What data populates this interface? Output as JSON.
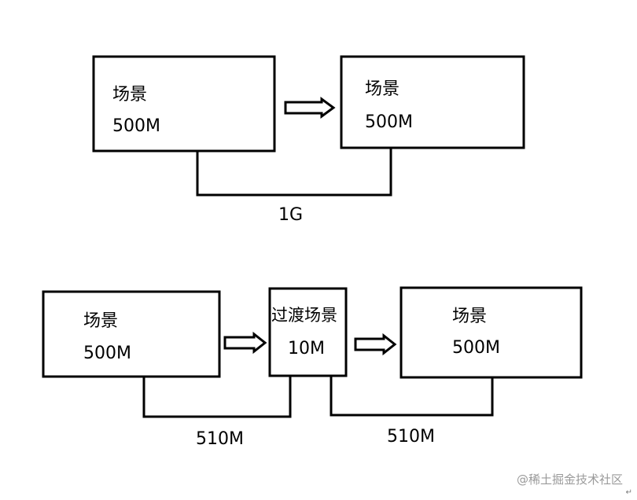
{
  "top_row": {
    "scene_a": {
      "name": "场景",
      "size": "500M"
    },
    "scene_b": {
      "name": "场景",
      "size": "500M"
    },
    "total": "1G"
  },
  "bottom_row": {
    "scene_a": {
      "name": "场景",
      "size": "500M"
    },
    "transition": {
      "name": "过渡场景",
      "size": "10M"
    },
    "scene_b": {
      "name": "场景",
      "size": "500M"
    },
    "total_left": "510M",
    "total_right": "510M"
  },
  "watermark": "@稀土掘金技术社区",
  "colors": {
    "stroke": "#000000",
    "watermark": "#9a9a9a"
  }
}
